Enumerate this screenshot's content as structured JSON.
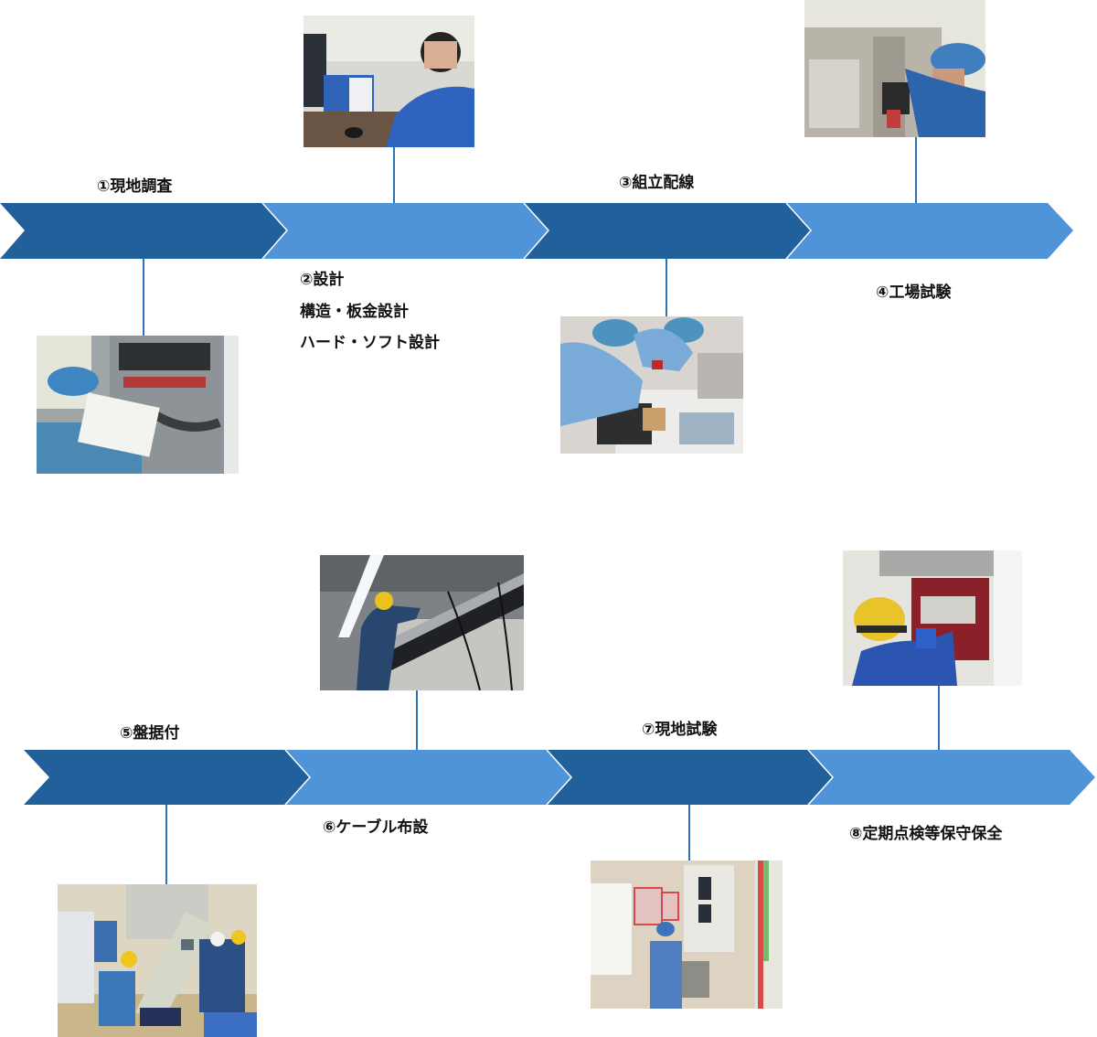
{
  "diagram": {
    "type": "process-flow",
    "colors": {
      "dark_step": "#22609b",
      "light_step": "#4f94d9",
      "connector": "#2e72b8",
      "separator": "#ffffff"
    },
    "rows": [
      {
        "steps": [
          {
            "id": "1",
            "label": "①現地調査",
            "lines": [],
            "tone": "dark",
            "label_position": "above",
            "photo_position": "below",
            "photo": "site-survey-photo",
            "photo_desc": "Worker in blue cap writing on a clipboard in front of an open control panel"
          },
          {
            "id": "2",
            "label": "②設計",
            "lines": [
              "構造・板金設計",
              "ハード・ソフト設計"
            ],
            "tone": "light",
            "label_position": "below",
            "photo_position": "above",
            "photo": "design-photo",
            "photo_desc": "Engineer with glasses working at a computer in an office"
          },
          {
            "id": "3",
            "label": "③組立配線",
            "lines": [],
            "tone": "dark",
            "label_position": "above",
            "photo_position": "below",
            "photo": "assembly-wiring-photo",
            "photo_desc": "Two workers in caps wiring components on a panel board"
          },
          {
            "id": "4",
            "label": "④工場試験",
            "lines": [],
            "tone": "light",
            "label_position": "below",
            "photo_position": "above",
            "photo": "factory-test-photo",
            "photo_desc": "Worker in blue cap testing an open cabinet with a handheld meter"
          }
        ]
      },
      {
        "steps": [
          {
            "id": "5",
            "label": "⑤盤据付",
            "lines": [],
            "tone": "dark",
            "label_position": "above",
            "photo_position": "below",
            "photo": "panel-installation-photo",
            "photo_desc": "Team in hard hats tilting a large control panel into place"
          },
          {
            "id": "6",
            "label": "⑥ケーブル布設",
            "lines": [],
            "tone": "light",
            "label_position": "below",
            "photo_position": "above",
            "photo": "cable-laying-photo",
            "photo_desc": "Worker in yellow helmet laying cable on an overhead tray"
          },
          {
            "id": "7",
            "label": "⑦現地試験",
            "lines": [],
            "tone": "dark",
            "label_position": "above",
            "photo_position": "below",
            "photo": "site-test-photo",
            "photo_desc": "Worker testing a wall-mounted panel with instrument"
          },
          {
            "id": "8",
            "label": "⑧定期点検等保守保全",
            "lines": [],
            "tone": "light",
            "label_position": "below",
            "photo_position": "above",
            "photo": "maintenance-photo",
            "photo_desc": "Worker in yellow helmet inspecting inside an electrical cabinet"
          }
        ]
      }
    ]
  }
}
